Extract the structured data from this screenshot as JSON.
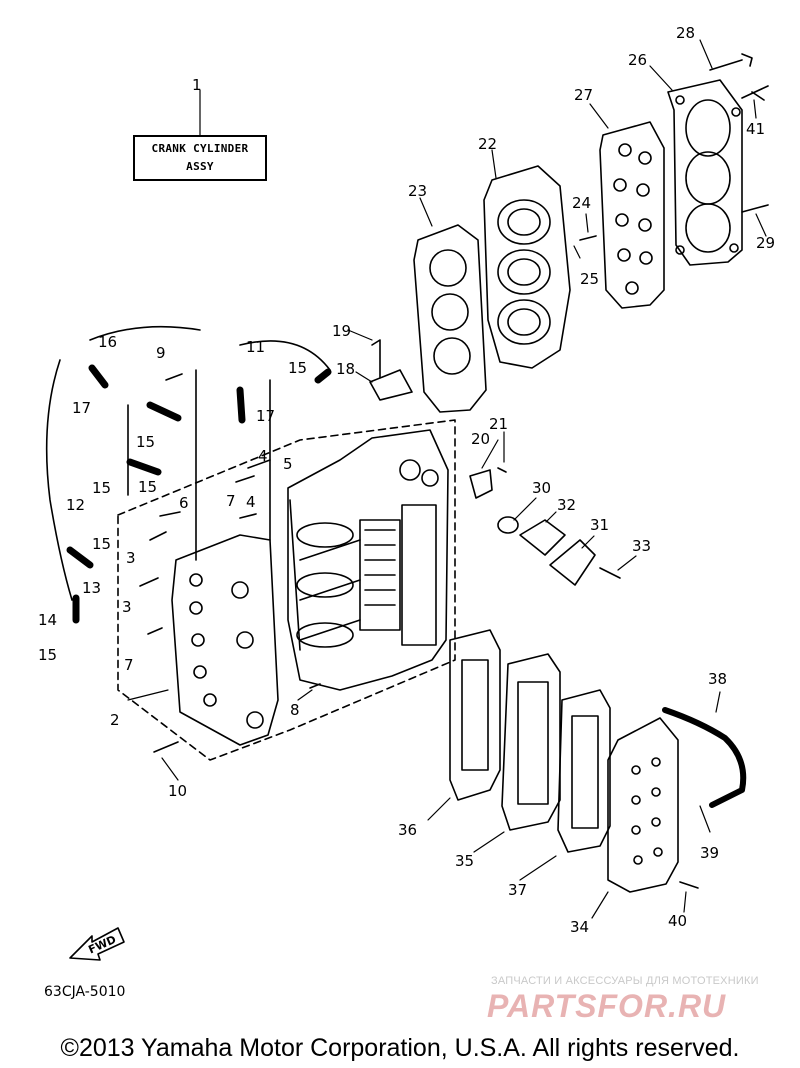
{
  "title_box": {
    "line1": "CRANK CYLINDER",
    "line2": "ASSY"
  },
  "diagram_code": "63CJA-5010",
  "fwd_label": "FWD",
  "watermark": {
    "tagline": "ЗАПЧАСТИ И АКСЕССУАРЫ ДЛЯ МОТОТЕХНИКИ",
    "brand": "PARTSFOR.RU"
  },
  "copyright": "©2013 Yamaha Motor Corporation, U.S.A. All rights reserved.",
  "labels": {
    "p1": "1",
    "p2": "2",
    "p3a": "3",
    "p3b": "3",
    "p4a": "4",
    "p4b": "4",
    "p5": "5",
    "p6": "6",
    "p7a": "7",
    "p7b": "7",
    "p8": "8",
    "p9": "9",
    "p10": "10",
    "p11": "11",
    "p12": "12",
    "p13": "13",
    "p14": "14",
    "p15a": "15",
    "p15b": "15",
    "p15c": "15",
    "p15d": "15",
    "p15e": "15",
    "p15f": "15",
    "p16": "16",
    "p17a": "17",
    "p17b": "17",
    "p18": "18",
    "p19": "19",
    "p20": "20",
    "p21": "21",
    "p22": "22",
    "p23": "23",
    "p24": "24",
    "p25": "25",
    "p26": "26",
    "p27": "27",
    "p28": "28",
    "p29": "29",
    "p30": "30",
    "p31": "31",
    "p32": "32",
    "p33": "33",
    "p34": "34",
    "p35": "35",
    "p36": "36",
    "p37": "37",
    "p38": "38",
    "p39": "39",
    "p40": "40",
    "p41": "41"
  }
}
